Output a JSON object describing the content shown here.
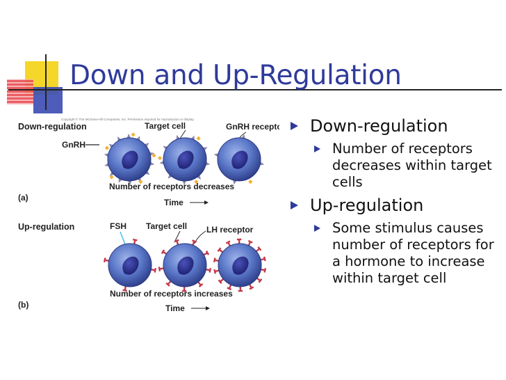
{
  "slide": {
    "title": "Down and Up-Regulation"
  },
  "figure": {
    "copyright": "Copyright © The McGraw-Hill Companies, Inc. Permission required for reproduction or display.",
    "panel_a": {
      "heading": "Down-regulation",
      "hormone_label": "GnRH",
      "target_cell_label": "Target cell",
      "receptor_label": "GnRH receptor",
      "caption": "Number of receptors decreases",
      "time_label": "Time",
      "panel_letter": "(a)"
    },
    "panel_b": {
      "heading": "Up-regulation",
      "hormone_label": "FSH",
      "target_cell_label": "Target cell",
      "receptor_label": "LH receptor",
      "caption": "Number of receptors increases",
      "time_label": "Time",
      "panel_letter": "(b)"
    }
  },
  "bullets": [
    {
      "text": "Down-regulation",
      "sub": [
        "Number of receptors decreases within target cells"
      ]
    },
    {
      "text": "Up-regulation",
      "sub": [
        "Some stimulus causes number of receptors for a hormone to increase within target cell"
      ]
    }
  ],
  "colors": {
    "title": "#2f3a9b",
    "bullet": "#2f3a9b",
    "cell_body": "#5b78c8",
    "nucleus": "#2b2f8a",
    "gnrh_receptor": "#8a84a8",
    "lh_receptor": "#c43a4a",
    "gnrh_hormone": "#f2b134",
    "fsh_hormone": "#4cc3e8"
  }
}
